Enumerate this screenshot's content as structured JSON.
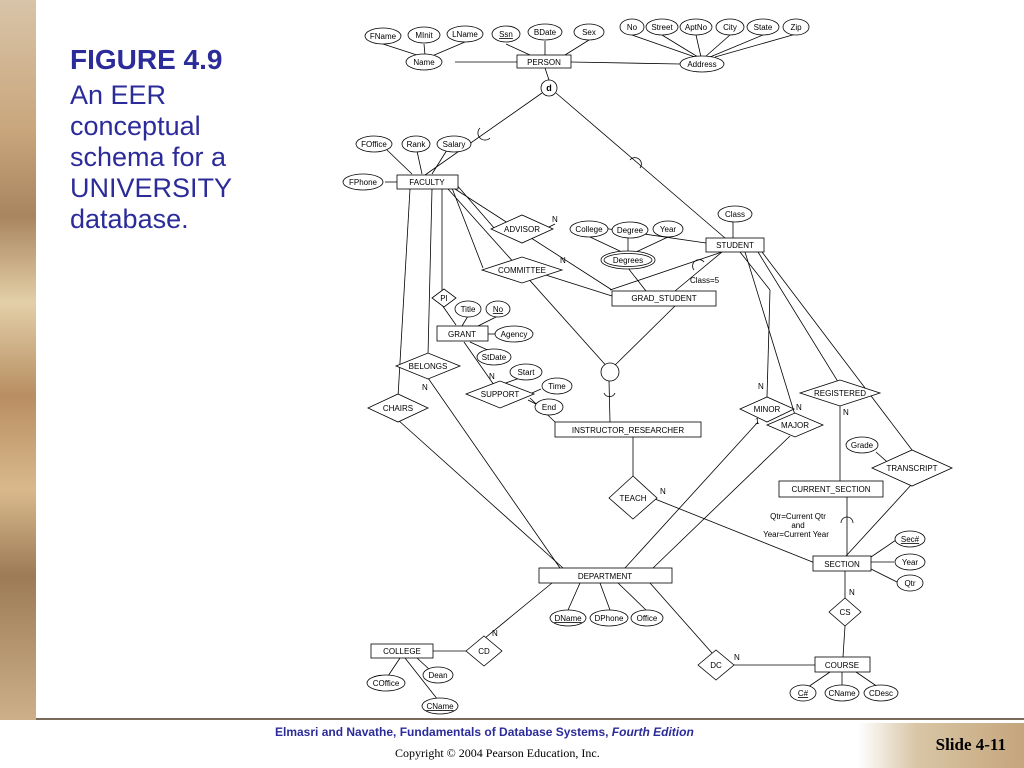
{
  "figure": {
    "label": "FIGURE 4.9",
    "caption": "An EER\nconceptual\nschema for a\nUNIVERSITY\ndatabase."
  },
  "diagram": {
    "entities": {
      "person": "PERSON",
      "faculty": "FACULTY",
      "student": "STUDENT",
      "grad_student": "GRAD_STUDENT",
      "grant": "GRANT",
      "instructor_researcher": "INSTRUCTOR_RESEARCHER",
      "department": "DEPARTMENT",
      "current_section": "CURRENT_SECTION",
      "section": "SECTION",
      "college": "COLLEGE",
      "course": "COURSE"
    },
    "relationships": {
      "advisor": "ADVISOR",
      "committee": "COMMITTEE",
      "pi": "PI",
      "belongs": "BELONGS",
      "support": "SUPPORT",
      "chairs": "CHAIRS",
      "minor": "MINOR",
      "major": "MAJOR",
      "registered": "REGISTERED",
      "transcript": "TRANSCRIPT",
      "teach": "TEACH",
      "cs": "CS",
      "cd": "CD",
      "dc": "DC"
    },
    "attributes": {
      "fname": "FName",
      "minit": "MInit",
      "lname": "LName",
      "ssn": "Ssn",
      "bdate": "BDate",
      "sex": "Sex",
      "name": "Name",
      "no": "No",
      "street": "Street",
      "aptno": "AptNo",
      "city": "City",
      "state": "State",
      "zip": "Zip",
      "address": "Address",
      "foffice": "FOffice",
      "rank": "Rank",
      "salary": "Salary",
      "fphone": "FPhone",
      "class": "Class",
      "college_attr": "College",
      "degree": "Degree",
      "year": "Year",
      "degrees": "Degrees",
      "title": "Title",
      "grant_no": "No",
      "agency": "Agency",
      "stdate": "StDate",
      "start": "Start",
      "time": "Time",
      "end": "End",
      "grade": "Grade",
      "secno": "Sec#",
      "sec_year": "Year",
      "qtr": "Qtr",
      "dname": "DName",
      "dphone": "DPhone",
      "office": "Office",
      "dean": "Dean",
      "coffice": "COffice",
      "cname_college": "CName",
      "cno": "C#",
      "cname_course": "CName",
      "cdesc": "CDesc"
    },
    "labels": {
      "disjoint": "d",
      "class5": "Class=5",
      "cond1": "Qtr=Current Qtr",
      "cond2": "and",
      "cond3": "Year=Current Year"
    },
    "cardinalities": {
      "advisor_n": "N",
      "committee_n": "N",
      "belongs_n": "N",
      "support_n": "N",
      "minor_n": "N",
      "minor_1": "1",
      "major_n": "N",
      "registered_n": "N",
      "teach_n": "N",
      "cs_n": "N",
      "cd_n": "N",
      "dc_n": "N"
    }
  },
  "footer": {
    "source": "Elmasri and Navathe, Fundamentals of Database Systems,",
    "edition": "Fourth Edition",
    "copyright": "Copyright © 2004 Pearson Education, Inc.",
    "slide": "Slide 4-11"
  }
}
